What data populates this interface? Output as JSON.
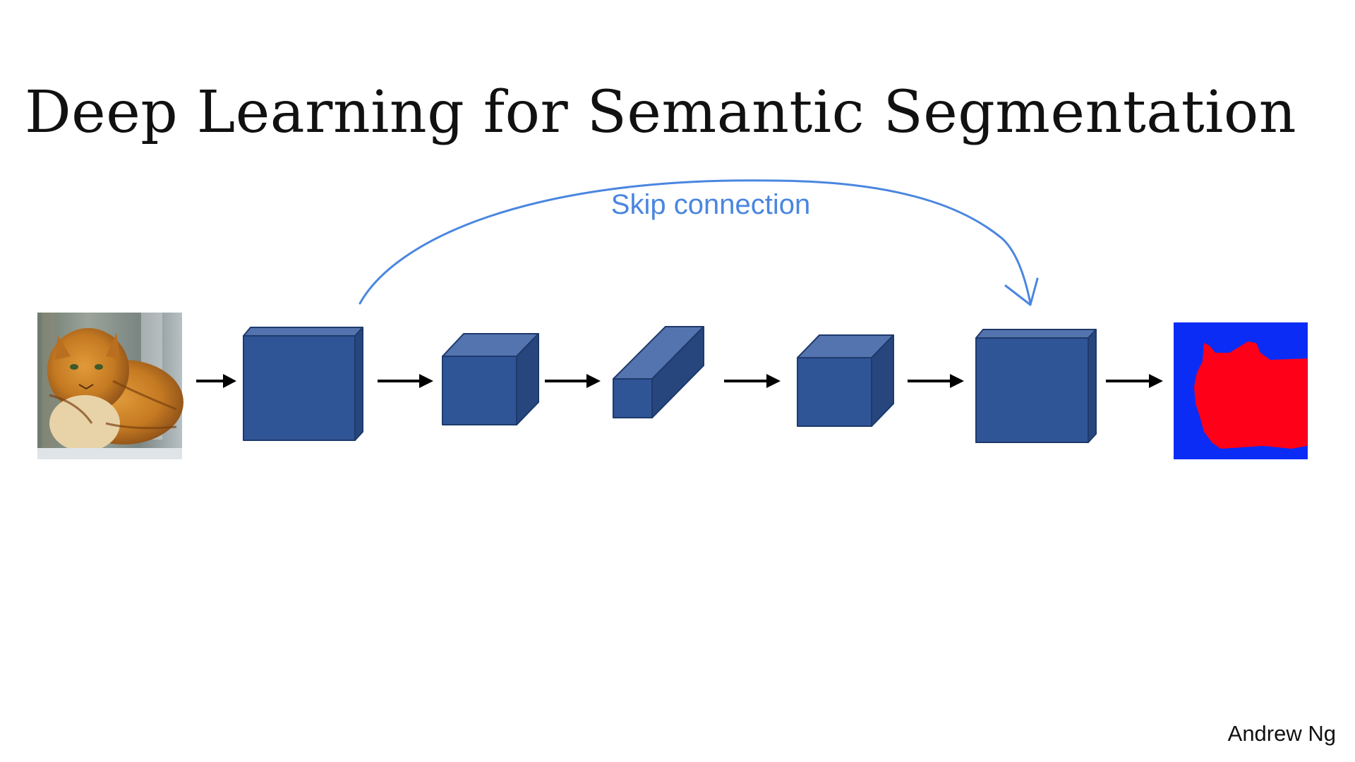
{
  "slide": {
    "title": "Deep Learning for Semantic Segmentation",
    "skip_label": "Skip connection",
    "author": "Andrew Ng"
  },
  "colors": {
    "block_front": "#2f5597",
    "block_top": "#5474b0",
    "block_side": "#26467d",
    "skip_arc": "#4a86e0",
    "mask_background": "#0b2cf5",
    "mask_cat": "#ff0019",
    "arrow": "#000000"
  },
  "diagram": {
    "input": "cat-photo",
    "layers": [
      "block-1",
      "block-2",
      "block-3",
      "block-4",
      "block-5"
    ],
    "output": "segmentation-mask",
    "skip_connection": {
      "from": "block-1",
      "to": "block-5"
    }
  }
}
